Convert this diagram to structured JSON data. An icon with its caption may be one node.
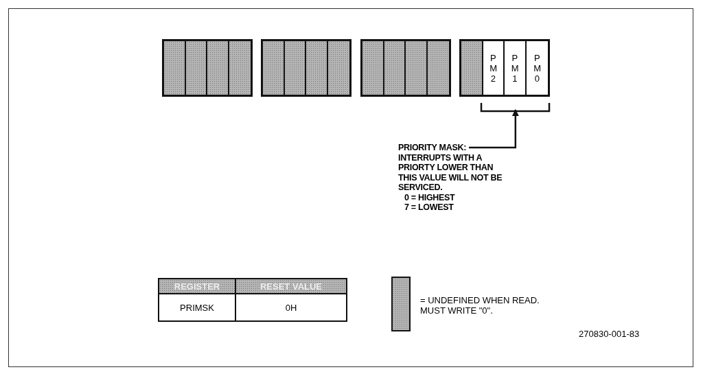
{
  "diagram": {
    "nodes": [
      {
        "text": [],
        "shape": "box"
      },
      {
        "text": [],
        "shape": "box"
      },
      {
        "text": [],
        "shape": "box"
      },
      {
        "text": [],
        "shape": "box"
      },
      {
        "text": [],
        "shape": "box"
      },
      {
        "text": [],
        "shape": "box"
      },
      {
        "text": [],
        "shape": "box"
      },
      {
        "text": [],
        "shape": "box"
      },
      {
        "text": [],
        "shape": "box"
      },
      {
        "text": [],
        "shape": "box"
      },
      {
        "text": [],
        "shape": "box"
      },
      {
        "text": [],
        "shape": "box"
      },
      {
        "text": [],
        "shape": "box"
      },
      {
        "text": [
          "P M 2"
        ]
      },
      {
        "text": [
          "P M 1"
        ]
      },
      {
        "text": [
          "P M 0"
        ]
      },
      {
        "text": [
          "PRIORITY MASK: INTERRUPTS WITH A PRIORTY LOWER THAN THIS VALUE WILL NOT BE SERVICED.",
          "0 = HIGHEST",
          "7 = LOWEST"
        ]
      }
    ],
    "edges": [
      {
        "from": 16,
        "to": 14,
        "arrow": "to"
      }
    ],
    "labels": [
      "REGISTER",
      "RESET VALUE",
      "PRIMSK",
      "0H",
      "270830-001-83"
    ],
    "legend": [
      {
        "text": "= UNDEFINED WHEN READ. MUST WRITE \"0\".",
        "color": "#b4b4b4"
      }
    ]
  }
}
